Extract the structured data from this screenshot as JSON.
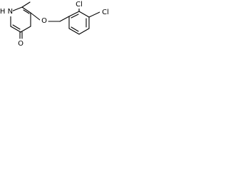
{
  "molecule": {
    "atoms": {
      "ring_nitrogen": "N",
      "ring_nitrogen_hydrogen": "H",
      "ketone_oxygen": "O",
      "ether_oxygen": "O",
      "chlorine_ortho": "Cl",
      "chlorine_para": "Cl"
    }
  }
}
